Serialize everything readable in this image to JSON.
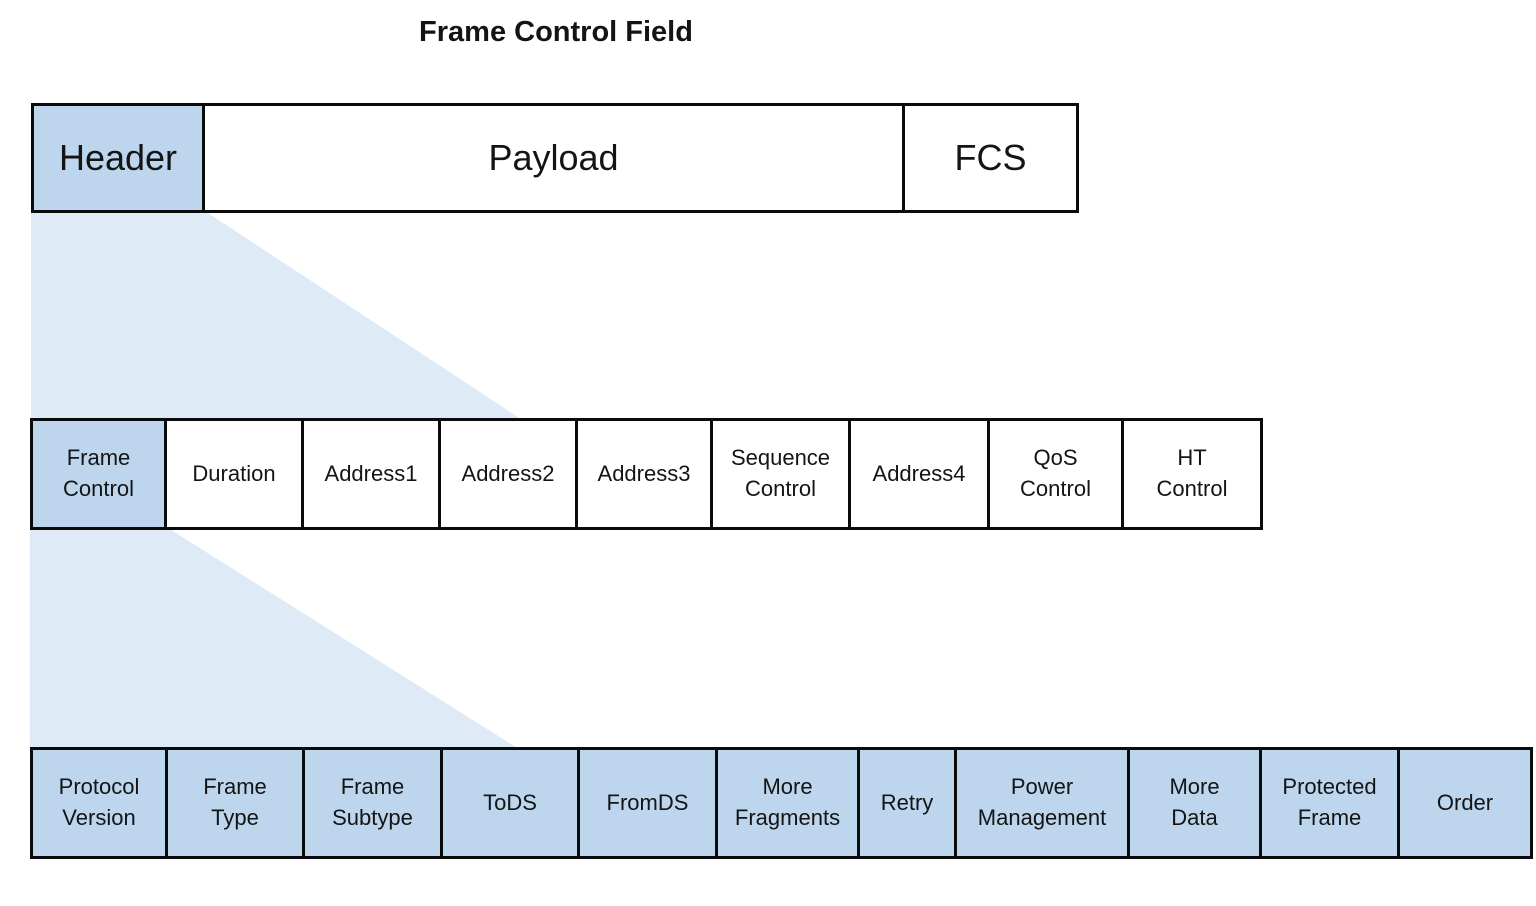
{
  "title": "Frame Control Field",
  "colors": {
    "highlight_fill": "#BDD6EE",
    "connector_fill": "#DEEBF7",
    "plain_fill": "#FFFFFF",
    "border": "#0B0B0B",
    "text": "#141414"
  },
  "frame_row": {
    "cells": [
      {
        "label": "Header",
        "highlighted": true
      },
      {
        "label": "Payload",
        "highlighted": false
      },
      {
        "label": "FCS",
        "highlighted": false
      }
    ]
  },
  "header_row": {
    "cells": [
      {
        "label": "Frame\nControl",
        "highlighted": true
      },
      {
        "label": "Duration",
        "highlighted": false
      },
      {
        "label": "Address1",
        "highlighted": false
      },
      {
        "label": "Address2",
        "highlighted": false
      },
      {
        "label": "Address3",
        "highlighted": false
      },
      {
        "label": "Sequence\nControl",
        "highlighted": false
      },
      {
        "label": "Address4",
        "highlighted": false
      },
      {
        "label": "QoS\nControl",
        "highlighted": false
      },
      {
        "label": "HT\nControl",
        "highlighted": false
      }
    ]
  },
  "frame_control_row": {
    "cells": [
      {
        "label": "Protocol\nVersion",
        "highlighted": true
      },
      {
        "label": "Frame\nType",
        "highlighted": true
      },
      {
        "label": "Frame\nSubtype",
        "highlighted": true
      },
      {
        "label": "ToDS",
        "highlighted": true
      },
      {
        "label": "FromDS",
        "highlighted": true
      },
      {
        "label": "More\nFragments",
        "highlighted": true
      },
      {
        "label": "Retry",
        "highlighted": true
      },
      {
        "label": "Power\nManagement",
        "highlighted": true
      },
      {
        "label": "More\nData",
        "highlighted": true
      },
      {
        "label": "Protected\nFrame",
        "highlighted": true
      },
      {
        "label": "Order",
        "highlighted": true
      }
    ]
  }
}
